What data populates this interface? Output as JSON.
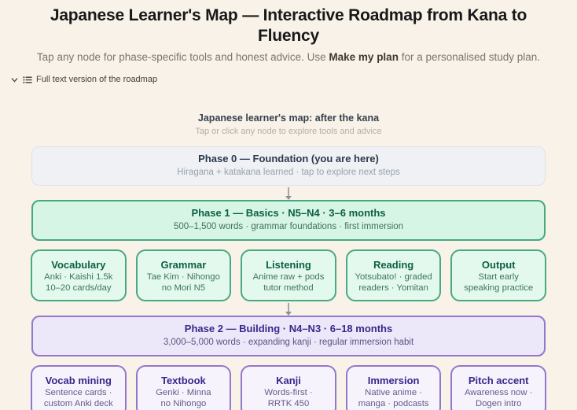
{
  "colors": {
    "page_bg": "#f8f2e8",
    "phase0_bg": "#eff1f4",
    "phase1_green_bg": "#d7f5e4",
    "green_border": "#46a87e",
    "green_text": "#0c5f45",
    "phase2_purple_bg": "#ece8fa",
    "purple_border": "#9278cc",
    "purple_text": "#37288a",
    "connector_gray": "#a3a7ab"
  },
  "page": {
    "title": "Japanese Learner's Map — Interactive Roadmap from Kana to Fluency",
    "subtitle_prefix": "Tap any node for phase-specific tools and honest advice. Use ",
    "subtitle_bold": "Make my plan",
    "subtitle_suffix": " for a personalised study plan.",
    "details_toggle_label": "Full text version of the roadmap"
  },
  "diagram": {
    "title": "Japanese learner's map: after the kana",
    "subtitle": "Tap or click any node to explore tools and advice",
    "phase0": {
      "title": "Phase 0 — Foundation (you are here)",
      "subtitle": "Hiragana + katakana learned · tap to explore next steps"
    },
    "phase1": {
      "title": "Phase 1 — Basics · N5–N4 · 3–6 months",
      "subtitle": "500–1,500 words · grammar foundations · first immersion",
      "nodes": [
        {
          "title": "Vocabulary",
          "line1": "Anki · Kaishi 1.5k",
          "line2": "10–20 cards/day"
        },
        {
          "title": "Grammar",
          "line1": "Tae Kim · Nihongo",
          "line2": "no Mori N5"
        },
        {
          "title": "Listening",
          "line1": "Anime raw + pods",
          "line2": "tutor method"
        },
        {
          "title": "Reading",
          "line1": "Yotsubato! · graded",
          "line2": "readers · Yomitan"
        },
        {
          "title": "Output",
          "line1": "Start early",
          "line2": "speaking practice"
        }
      ]
    },
    "phase2": {
      "title": "Phase 2 — Building · N4–N3 · 6–18 months",
      "subtitle": "3,000–5,000 words · expanding kanji · regular immersion habit",
      "nodes": [
        {
          "title": "Vocab mining",
          "line1": "Sentence cards ·",
          "line2": "custom Anki deck"
        },
        {
          "title": "Textbook",
          "line1": "Genki · Minna",
          "line2": "no Nihongo"
        },
        {
          "title": "Kanji",
          "line1": "Words-first ·",
          "line2": "RRTK 450"
        },
        {
          "title": "Immersion",
          "line1": "Native anime ·",
          "line2": "manga · podcasts"
        },
        {
          "title": "Pitch accent",
          "line1": "Awareness now ·",
          "line2": "Dogen intro"
        }
      ]
    }
  }
}
